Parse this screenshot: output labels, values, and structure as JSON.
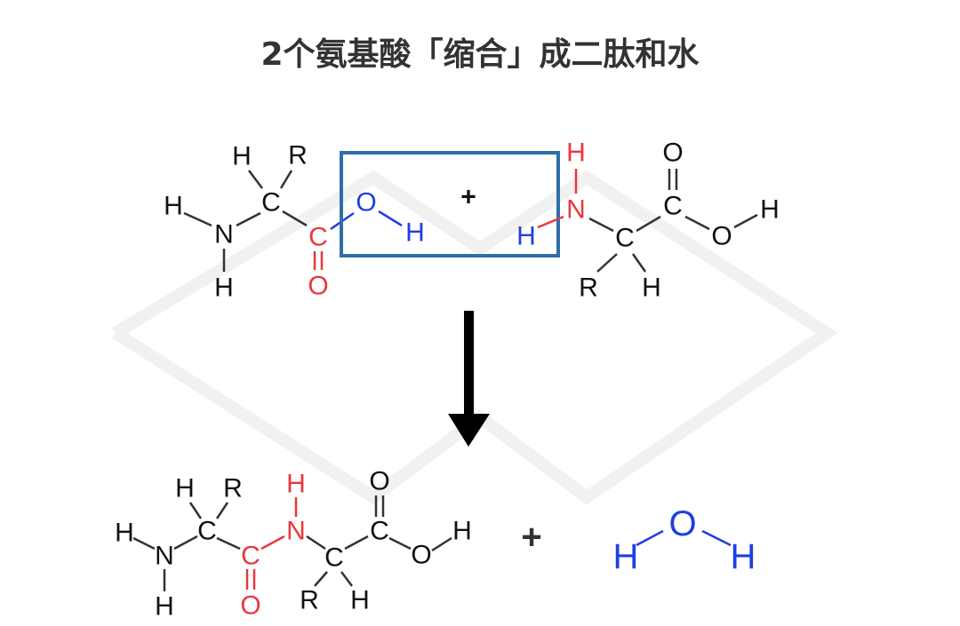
{
  "title": "2个氨基酸「缩合」成二肽和水",
  "atoms": {
    "H": "H",
    "C": "C",
    "N": "N",
    "O": "O",
    "R": "R"
  },
  "plus": "+",
  "colors": {
    "black": "#111111",
    "red": "#e8383d",
    "blue": "#1f3fe0",
    "box": "#2f6ea8"
  }
}
